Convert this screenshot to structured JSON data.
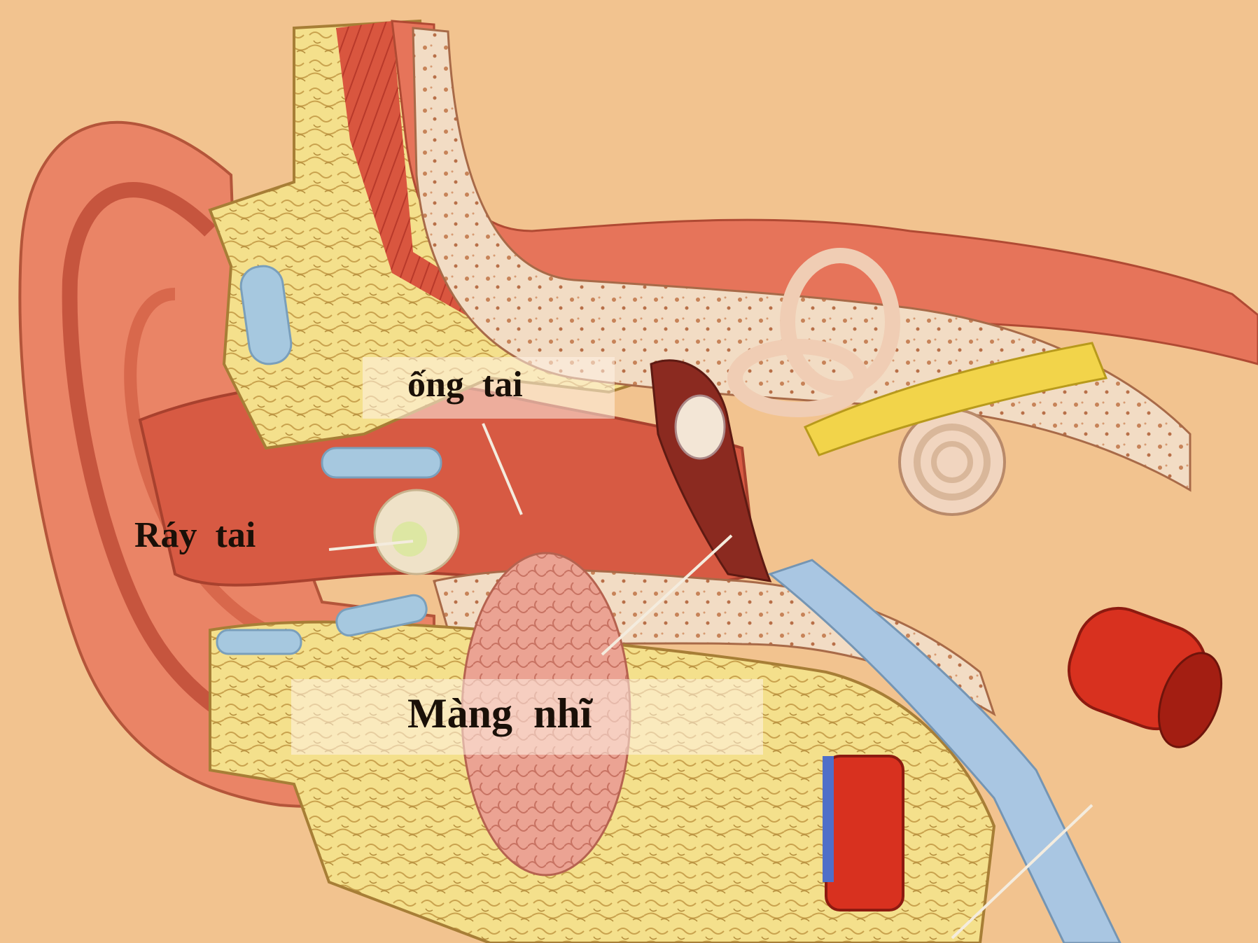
{
  "labels": {
    "ear_canal": "ống  tai",
    "earwax": "Ráy  tai",
    "eardrum": "Màng  nhĩ"
  }
}
